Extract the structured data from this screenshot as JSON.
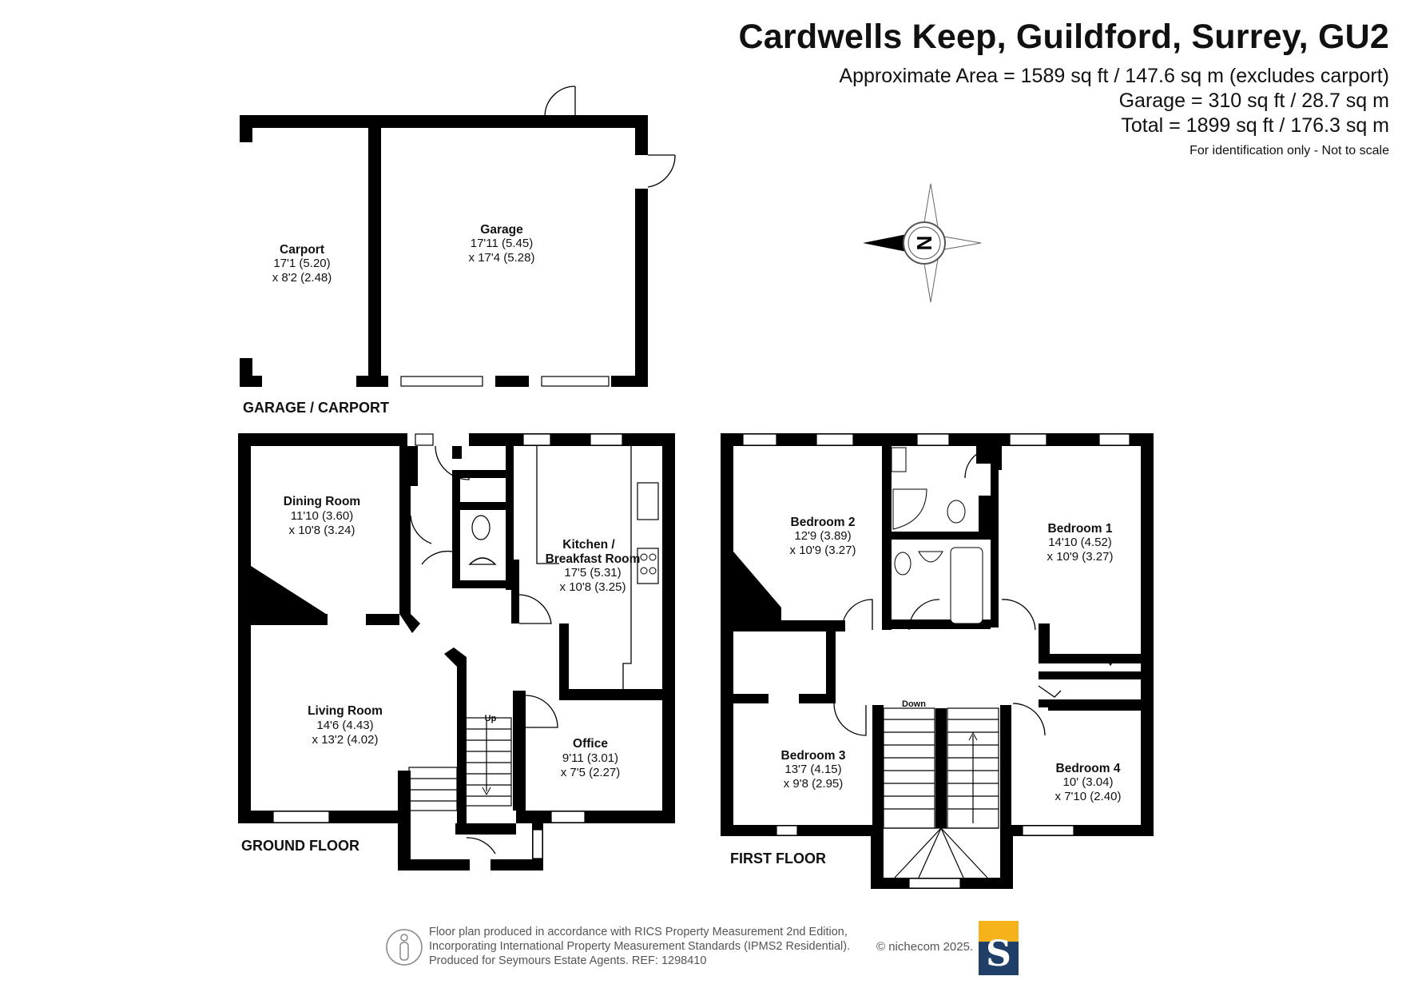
{
  "header": {
    "title": "Cardwells Keep, Guildford, Surrey, GU2",
    "area_lines": [
      "Approximate Area = 1589 sq ft / 147.6 sq m (excludes carport)",
      "Garage = 310 sq ft / 28.7 sq m",
      "Total = 1899 sq ft / 176.3 sq m"
    ],
    "note": "For identification only - Not to scale"
  },
  "compass": {
    "letter": "N",
    "icon": "compass-icon"
  },
  "floors": {
    "garage": {
      "label": "GARAGE / CARPORT",
      "rooms": [
        {
          "name": "Carport",
          "dims": [
            "17'1 (5.20)",
            "x 8'2 (2.48)"
          ]
        },
        {
          "name": "Garage",
          "dims": [
            "17'11 (5.45)",
            "x 17'4 (5.28)"
          ]
        }
      ]
    },
    "ground": {
      "label": "GROUND FLOOR",
      "stairs_label": "Up",
      "rooms": [
        {
          "name": "Dining Room",
          "dims": [
            "11'10 (3.60)",
            "x 10'8 (3.24)"
          ]
        },
        {
          "name": "Kitchen /",
          "name2": "Breakfast Room",
          "dims": [
            "17'5 (5.31)",
            "x 10'8 (3.25)"
          ]
        },
        {
          "name": "Living Room",
          "dims": [
            "14'6 (4.43)",
            "x 13'2 (4.02)"
          ]
        },
        {
          "name": "Office",
          "dims": [
            "9'11 (3.01)",
            "x 7'5 (2.27)"
          ]
        }
      ]
    },
    "first": {
      "label": "FIRST FLOOR",
      "stairs_label": "Down",
      "rooms": [
        {
          "name": "Bedroom 2",
          "dims": [
            "12'9 (3.89)",
            "x 10'9 (3.27)"
          ]
        },
        {
          "name": "Bedroom 1",
          "dims": [
            "14'10 (4.52)",
            "x 10'9 (3.27)"
          ]
        },
        {
          "name": "Bedroom 3",
          "dims": [
            "13'7 (4.15)",
            "x 9'8 (2.95)"
          ]
        },
        {
          "name": "Bedroom 4",
          "dims": [
            "10' (3.04)",
            "x 7'10 (2.40)"
          ]
        }
      ]
    }
  },
  "footer": {
    "lines": [
      "Floor plan produced in accordance with RICS Property Measurement 2nd Edition,",
      "Incorporating International Property Measurement Standards (IPMS2 Residential).",
      "Produced for Seymours Estate Agents.   REF: 1298410"
    ],
    "copyright": "© nichecom 2025.",
    "logo_letter": "S",
    "colors": {
      "logo_top": "#f5b21b",
      "logo_bottom": "#1f3f68"
    }
  }
}
